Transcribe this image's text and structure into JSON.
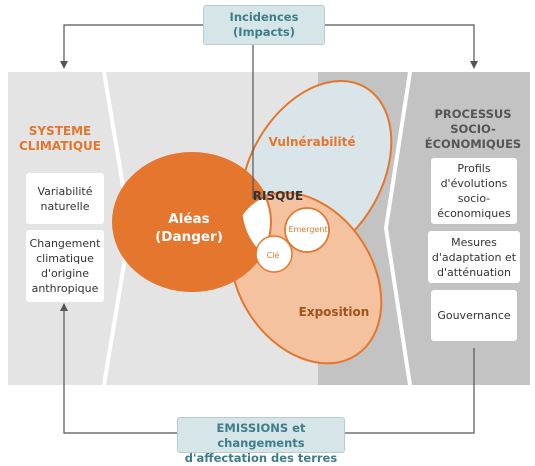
{
  "colors": {
    "orange": "#e4762e",
    "light_orange": "#f4c29f",
    "light_blue": "#d9e5e8",
    "panel_light": "#e4e4e4",
    "panel_dark": "#c3c3c3",
    "teal_text": "#3e7d8a"
  },
  "impacts_box": {
    "line1": "Incidences",
    "line2": "(Impacts)"
  },
  "emissions_box": {
    "line1": "EMISSIONS et changements",
    "line2": "d'affectation des terres"
  },
  "left_panel": {
    "title_line1": "SYSTEME",
    "title_line2": "CLIMATIQUE",
    "items": [
      {
        "lines": [
          "Variabilité",
          "naturelle"
        ]
      },
      {
        "lines": [
          "Changement",
          "climatique",
          "d'origine",
          "anthropique"
        ]
      }
    ]
  },
  "right_panel": {
    "title_lines": [
      "PROCESSUS",
      "SOCIO-",
      "ÉCONOMIQUES"
    ],
    "items": [
      {
        "lines": [
          "Profils",
          "d'évolutions",
          "socio-",
          "économiques"
        ]
      },
      {
        "lines": [
          "Mesures",
          "d'adaptation et",
          "d'atténuation"
        ]
      },
      {
        "lines": [
          "Gouvernance"
        ]
      }
    ]
  },
  "center": {
    "vulnerability": "Vulnérabilité",
    "hazard_line1": "Aléas",
    "hazard_line2": "(Danger)",
    "risk": "RISQUE",
    "emergent": "Emergent",
    "key": "Clé",
    "exposure": "Exposition"
  }
}
